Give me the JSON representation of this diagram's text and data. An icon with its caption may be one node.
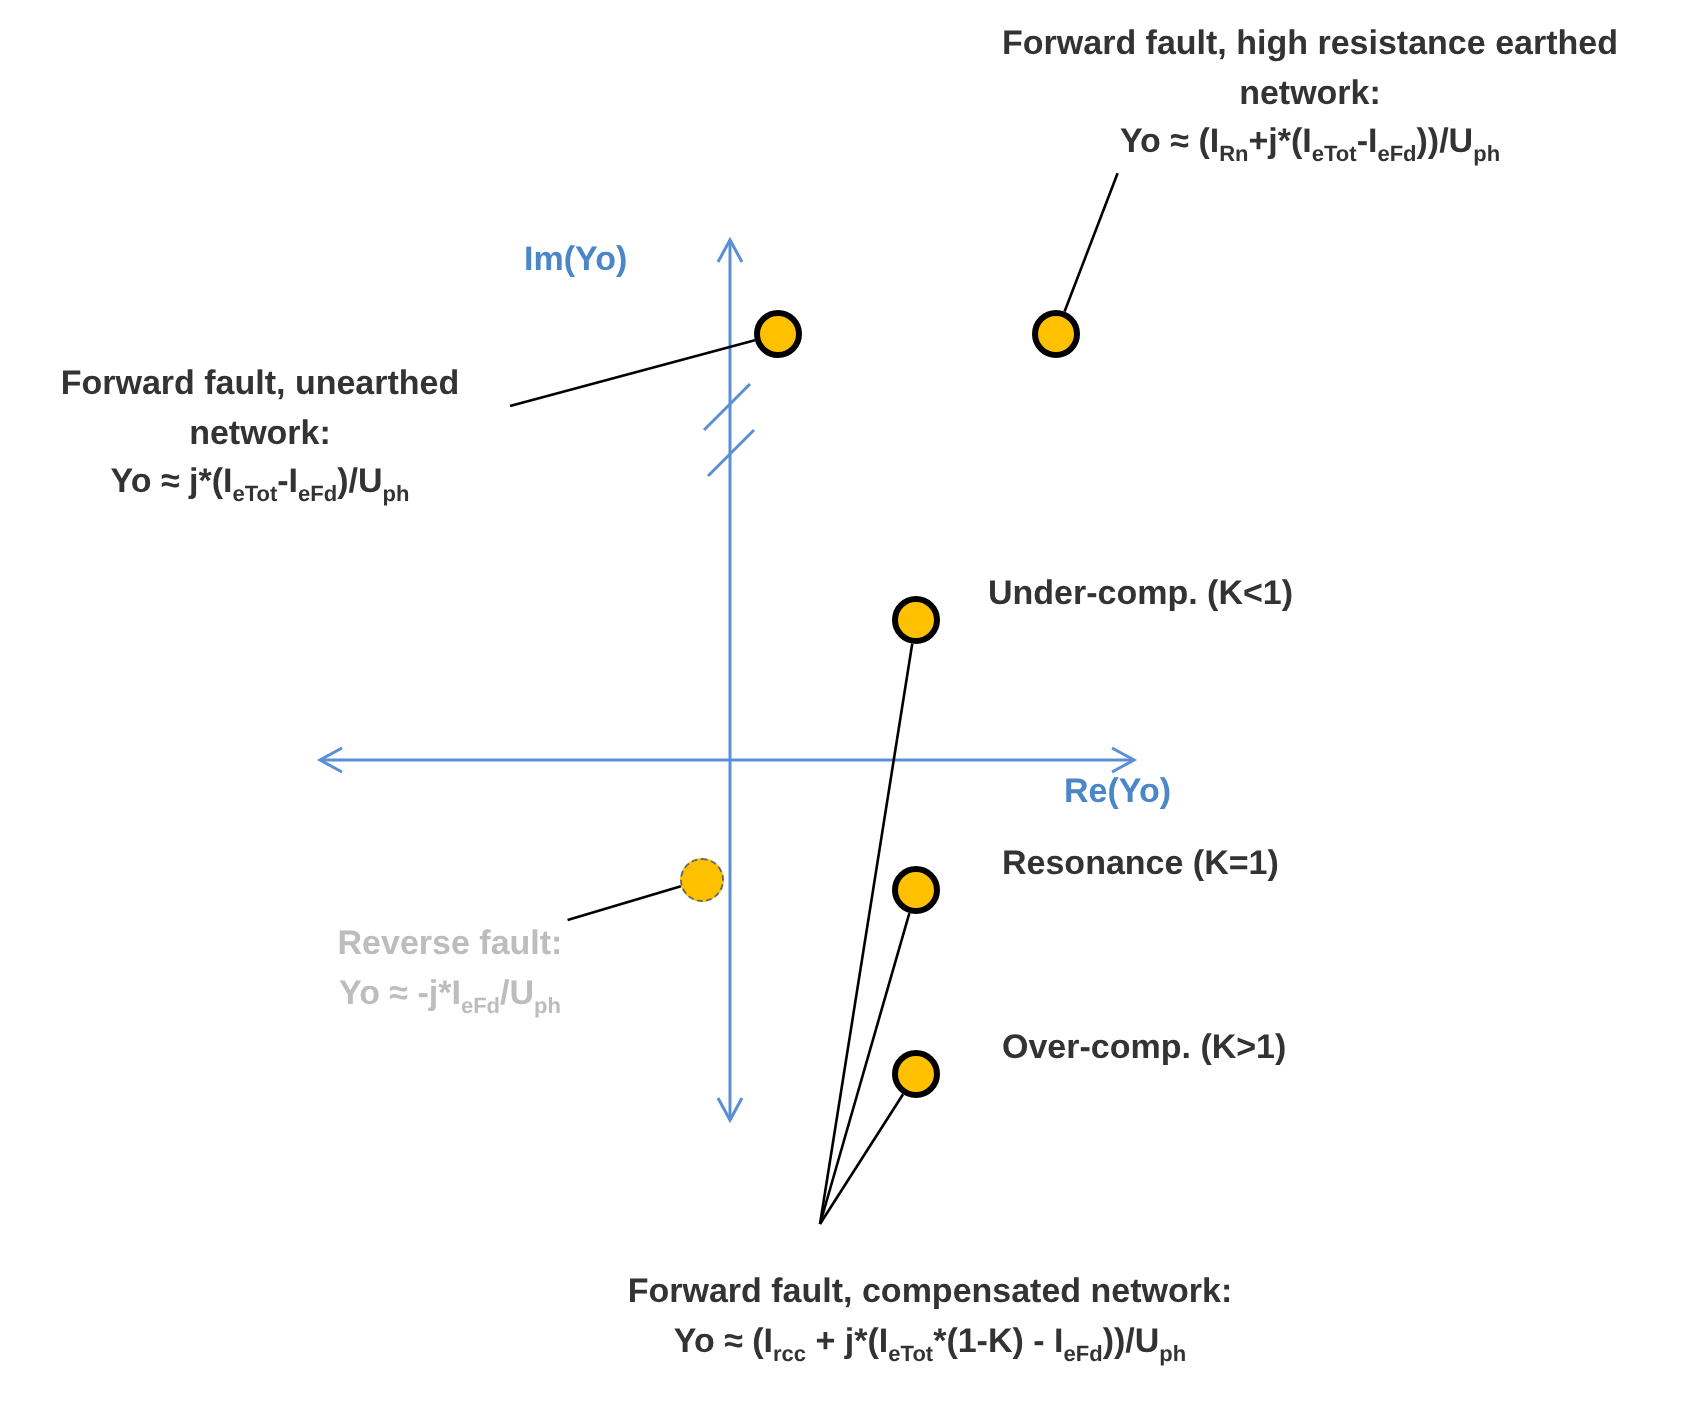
{
  "diagram": {
    "nodes": [
      {
        "text": [
          "Forward fault, high resistance earthed network:",
          "Yo ≈ (I$_{Rn}$+j*(I$_{eTot}$-I$_{eFd}$))/U$_{ph}$"
        ]
      },
      {
        "text": [],
        "shape": "circle"
      },
      {
        "text": [],
        "shape": "circle"
      },
      {
        "text": [
          "Forward fault, unearthed network:",
          "Yo ≈ j*(I$_{eTot}$-I$_{eFd}$)/U$_{ph}$"
        ]
      },
      {
        "text": [],
        "shape": "circle",
        "beside": [
          "Under-comp. (K<1)"
        ]
      },
      {
        "text": [],
        "shape": "circle"
      },
      {
        "text": [
          "Reverse fault:",
          "Yo ≈ -j*I$_{eFd}$/U$_{ph}$"
        ]
      },
      {
        "text": [],
        "shape": "circle",
        "beside": [
          "Resonance (K=1)"
        ]
      },
      {
        "text": [],
        "shape": "circle",
        "beside": [
          "Over-comp. (K>1)"
        ]
      },
      {
        "text": [
          "Forward fault, compensated network:",
          "Yo ≈ (I$_{rcc}$ + j*(I$_{eTot}$*(1-K) - I$_{eFd}$))/U$_{ph}$"
        ]
      }
    ],
    "edges": [
      {
        "from": 0,
        "to": 1,
        "arrow": "none"
      },
      {
        "from": 3,
        "to": 2,
        "arrow": "none"
      },
      {
        "from": 6,
        "to": 5,
        "arrow": "none"
      },
      {
        "from": 9,
        "to": 4,
        "arrow": "none"
      },
      {
        "from": 9,
        "to": 7,
        "arrow": "none"
      },
      {
        "from": 9,
        "to": 8,
        "arrow": "none"
      }
    ],
    "labels": [
      "Im(Yo)",
      "Re(Yo)"
    ]
  }
}
